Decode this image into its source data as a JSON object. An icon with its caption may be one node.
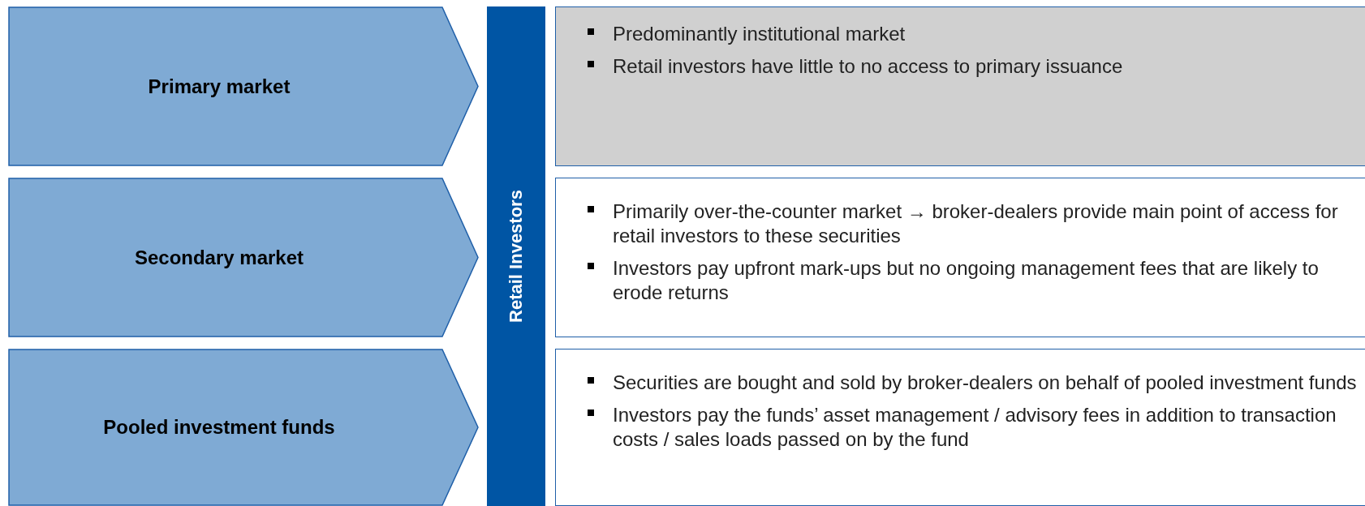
{
  "diagram": {
    "nodes": [
      {
        "text": [
          "Primary market"
        ]
      },
      {
        "text": [
          "Secondary market"
        ]
      },
      {
        "text": [
          "Pooled investment funds"
        ]
      },
      {
        "text": [
          "Retail Investors"
        ]
      },
      {
        "text": [
          "Predominantly institutional market",
          "Retail investors have little to no access to primary issuance"
        ]
      },
      {
        "text": [
          "Primarily over-the-counter market → broker-dealers provide main point of access for retail investors to these securities",
          "Investors pay upfront mark-ups but no ongoing management fees that are likely to erode returns"
        ]
      },
      {
        "text": [
          "Securities are bought and sold by broker-dealers on behalf of pooled investment funds",
          "Investors pay the funds’ asset management / advisory fees in addition to transaction costs / sales loads passed on by the fund"
        ]
      }
    ]
  }
}
